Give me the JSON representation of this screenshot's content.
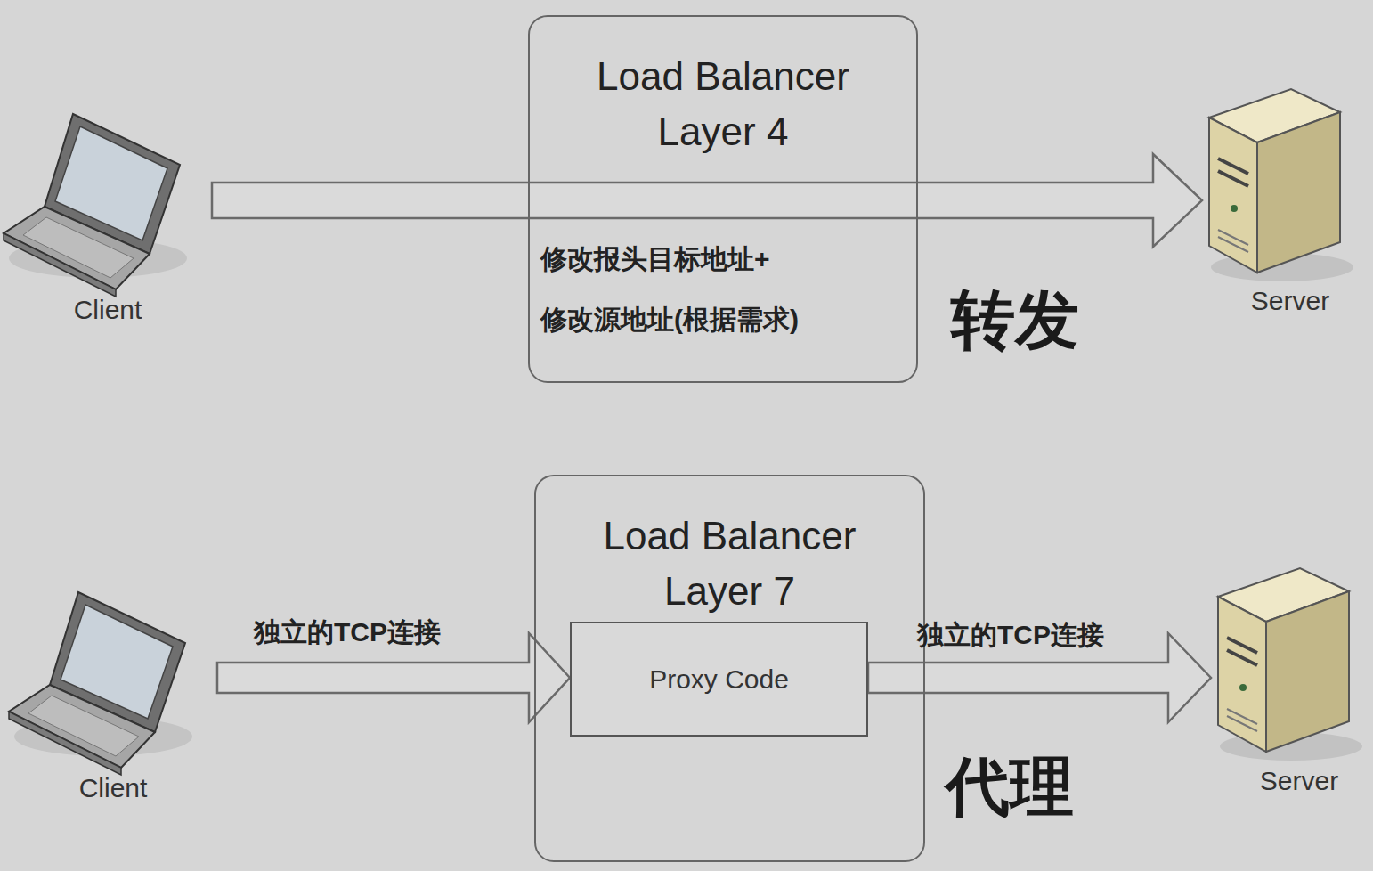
{
  "diagram": {
    "nodes": [
      {
        "text": [
          "Client"
        ]
      },
      {
        "text": [
          "Load Balancer Layer 4",
          "修改报头目标地址+ 修改源地址(根据需求)"
        ]
      },
      {
        "text": [
          "Server"
        ]
      },
      {
        "text": [
          "Client"
        ]
      },
      {
        "text": [
          "Load Balancer Layer 7"
        ]
      },
      {
        "text": [
          "Proxy Code"
        ],
        "in": 4
      },
      {
        "text": [
          "Server"
        ]
      }
    ],
    "edges": [
      {
        "from": 0,
        "to": 2,
        "arrow": "to"
      },
      {
        "from": 3,
        "to": 5,
        "label": "独立的TCP连接",
        "arrow": "to"
      },
      {
        "from": 5,
        "to": 6,
        "label": "独立的TCP连接",
        "arrow": "to"
      }
    ],
    "labels": [
      "转发",
      "代理"
    ]
  }
}
